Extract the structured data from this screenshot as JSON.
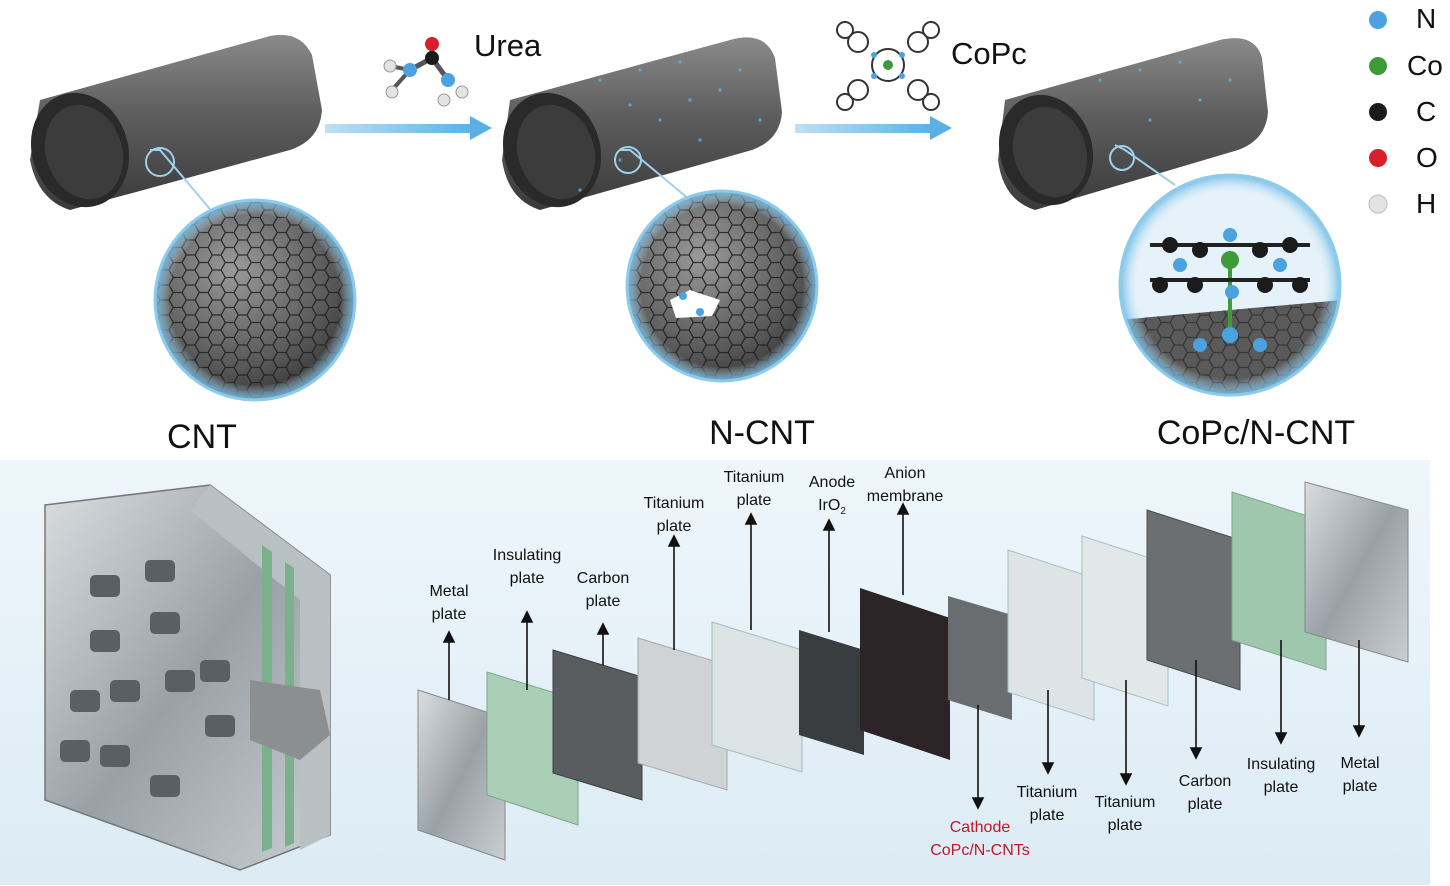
{
  "synthesis": {
    "stages": [
      {
        "label": "CNT"
      },
      {
        "label": "N-CNT"
      },
      {
        "label": "CoPc/N-CNT"
      }
    ],
    "reagents": [
      {
        "label": "Urea"
      },
      {
        "label": "CoPc"
      }
    ]
  },
  "legend": {
    "items": [
      {
        "symbol": "N",
        "color": "#4aa3df"
      },
      {
        "symbol": "Co",
        "color": "#3f9a3a"
      },
      {
        "symbol": "C",
        "color": "#1b1b1b"
      },
      {
        "symbol": "O",
        "color": "#d8202a"
      },
      {
        "symbol": "H",
        "color": "#e3e3e3"
      }
    ]
  },
  "electrolyzer": {
    "labels": [
      {
        "line1": "Metal",
        "line2": "plate"
      },
      {
        "line1": "Insulating",
        "line2": "plate"
      },
      {
        "line1": "Carbon",
        "line2": "plate"
      },
      {
        "line1": "Titanium",
        "line2": "plate"
      },
      {
        "line1": "Titanium",
        "line2": "plate"
      },
      {
        "line1": "Anode",
        "line2": "IrO",
        "line2_sub": "2"
      },
      {
        "line1": "Anion",
        "line2": "membrane"
      },
      {
        "line1": "Cathode",
        "line2": "CoPc/N-CNTs"
      },
      {
        "line1": "Titanium",
        "line2": "plate"
      },
      {
        "line1": "Titanium",
        "line2": "plate"
      },
      {
        "line1": "Carbon",
        "line2": "plate"
      },
      {
        "line1": "Insulating",
        "line2": "plate"
      },
      {
        "line1": "Metal",
        "line2": "plate"
      }
    ]
  }
}
